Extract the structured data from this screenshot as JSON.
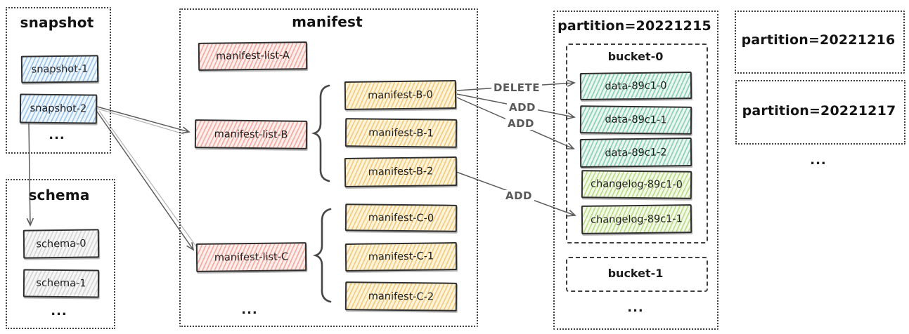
{
  "colors": {
    "snapshot_blue": "#a9cdeb",
    "schema_gray": "#d6d6d6",
    "manifest_list_red": "#ef8b7e",
    "manifest_file_yellow": "#e9b04b",
    "data_file_teal": "#4fb694",
    "changelog_green": "#9cc958",
    "edge_gray": "#5c5c5c",
    "border_dark": "#2e2e2e"
  },
  "snapshot": {
    "title": "snapshot",
    "items": [
      "snapshot-1",
      "snapshot-2"
    ],
    "ellipsis": "..."
  },
  "schema": {
    "title": "schema",
    "items": [
      "schema-0",
      "schema-1"
    ],
    "ellipsis": "..."
  },
  "manifest": {
    "title": "manifest",
    "lists": [
      "manifest-list-A",
      "manifest-list-B",
      "manifest-list-C"
    ],
    "group_b": [
      "manifest-B-0",
      "manifest-B-1",
      "manifest-B-2"
    ],
    "group_c": [
      "manifest-C-0",
      "manifest-C-1",
      "manifest-C-2"
    ],
    "ellipsis": "..."
  },
  "partition_current": {
    "title": "partition=20221215",
    "bucket0": {
      "title": "bucket-0",
      "data_files": [
        "data-89c1-0",
        "data-89c1-1",
        "data-89c1-2"
      ],
      "changelog_files": [
        "changelog-89c1-0",
        "changelog-89c1-1"
      ]
    },
    "bucket1": {
      "title": "bucket-1"
    },
    "ellipsis": "..."
  },
  "other_partitions": {
    "titles": [
      "partition=20221216",
      "partition=20221217"
    ],
    "ellipsis": "..."
  },
  "edge_labels": {
    "delete": "DELETE",
    "add_1": "ADD",
    "add_2": "ADD",
    "add_3": "ADD"
  }
}
